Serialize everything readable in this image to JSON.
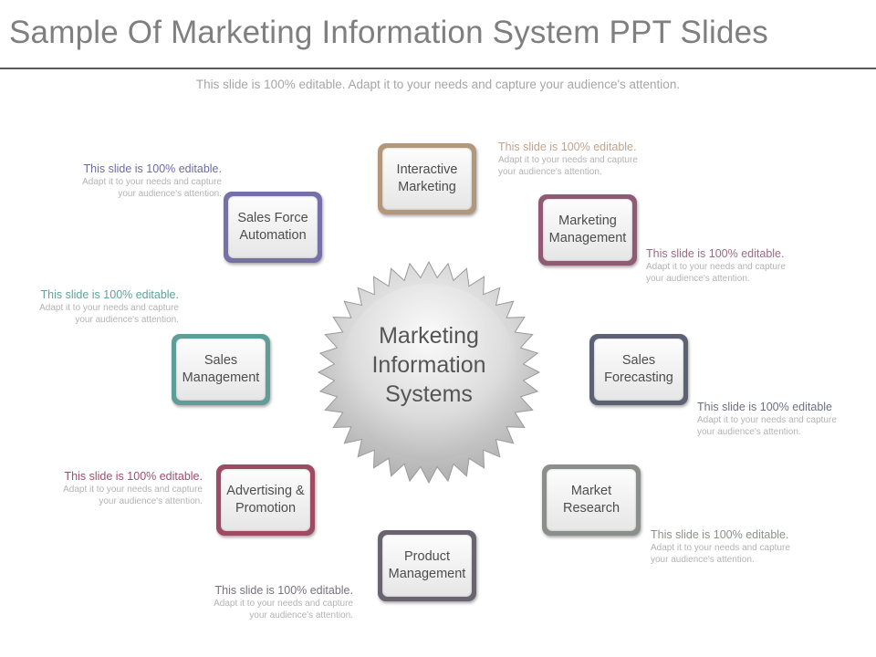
{
  "header": {
    "title": "Sample Of Marketing Information System PPT Slides",
    "subtitle": "This slide is 100% editable. Adapt it to your needs and capture your audience's attention."
  },
  "center": {
    "label": "Marketing Information Systems"
  },
  "nodes": [
    {
      "id": "interactive-marketing",
      "label": "Interactive Marketing",
      "color": "#b3977a"
    },
    {
      "id": "marketing-management",
      "label": "Marketing Management",
      "color": "#8e5a74"
    },
    {
      "id": "sales-forecasting",
      "label": "Sales Forecasting",
      "color": "#5c6173"
    },
    {
      "id": "market-research",
      "label": "Market Research",
      "color": "#8b8f8b"
    },
    {
      "id": "product-management",
      "label": "Product Management",
      "color": "#6a6470"
    },
    {
      "id": "advertising-promotion",
      "label": "Advertising & Promotion",
      "color": "#9c4b62"
    },
    {
      "id": "sales-management",
      "label": "Sales Management",
      "color": "#5f9e98"
    },
    {
      "id": "sales-force-automation",
      "label": "Sales Force Automation",
      "color": "#7670a8"
    }
  ],
  "notes": [
    {
      "id": "interactive-marketing",
      "heading": "This slide is 100% editable.",
      "body": "Adapt it to your needs and capture your audience's attention.",
      "color": "#c2a48c"
    },
    {
      "id": "marketing-management",
      "heading": "This slide is 100% editable.",
      "body": "Adapt it to your needs and capture your audience's attention.",
      "color": "#9c6a84"
    },
    {
      "id": "sales-forecasting",
      "heading": "This slide is 100% editable",
      "body": "Adapt it to your needs and capture your audience's attention.",
      "color": "#6e7184"
    },
    {
      "id": "market-research",
      "heading": "This slide is 100% editable.",
      "body": "Adapt it to your needs and capture your audience's attention.",
      "color": "#8c918c"
    },
    {
      "id": "product-management",
      "heading": "This slide is 100% editable.",
      "body": "Adapt it to your needs and capture your audience's attention.",
      "color": "#77717c"
    },
    {
      "id": "advertising-promotion",
      "heading": "This slide is 100% editable.",
      "body": "Adapt it to your needs and capture your audience's attention.",
      "color": "#a0506a"
    },
    {
      "id": "sales-management",
      "heading": "This slide is 100% editable.",
      "body": "Adapt it to your needs and capture your audience's attention.",
      "color": "#5fa39a"
    },
    {
      "id": "sales-force-automation",
      "heading": "This slide is 100% editable.",
      "body": "Adapt it to your needs and capture your audience's attention.",
      "color": "#6f6aa6"
    }
  ]
}
